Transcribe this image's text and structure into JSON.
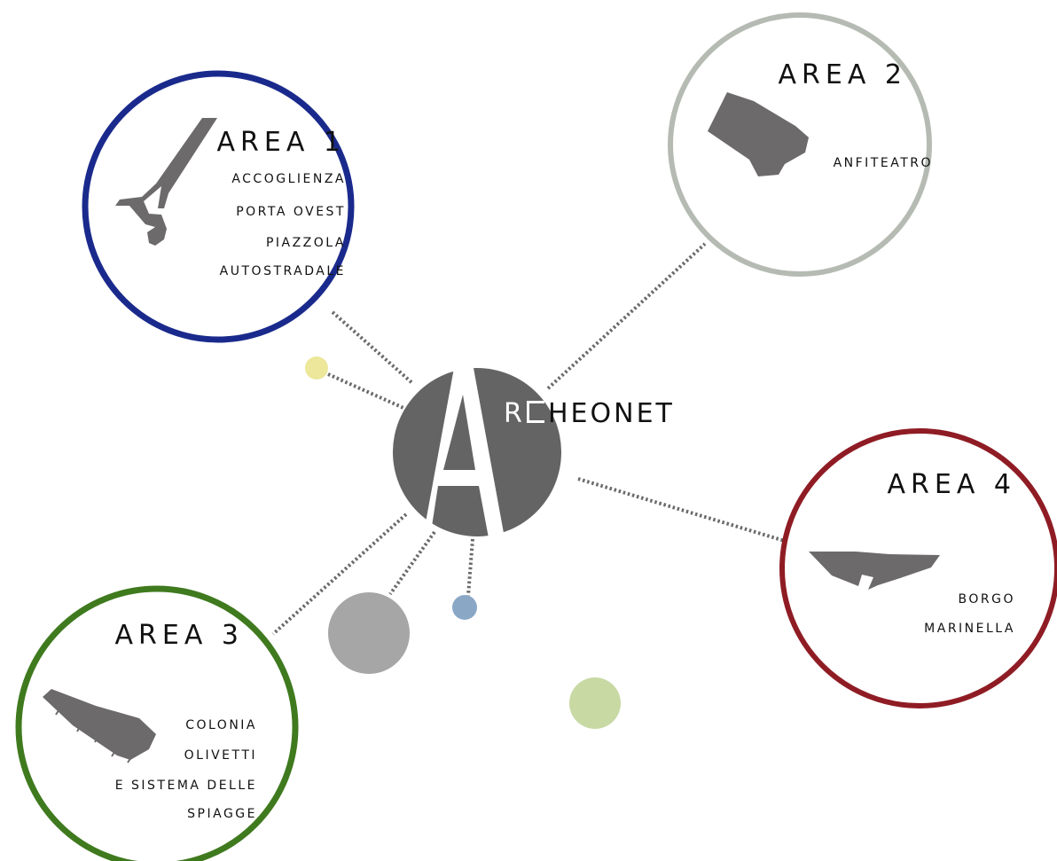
{
  "brand": {
    "lead": "R",
    "rest": "HEONET",
    "logo_letter": "A"
  },
  "colors": {
    "area1": "#1a2a8c",
    "area2": "#b5bbb3",
    "area3": "#3f7a1e",
    "area4": "#8f1c24",
    "hub": "#646464",
    "footprint": "#6c6a6b",
    "dot_yellow": "#ece79a",
    "dot_blue": "#8aa7c6",
    "dot_gray": "#a6a6a6",
    "dot_green": "#c8d9a4"
  },
  "areas": [
    {
      "id": "area1",
      "title": "AREA 1",
      "lines": [
        "ACCOGLIENZA",
        "PORTA OVEST",
        "PIAZZOLA",
        "AUTOSTRADALE"
      ]
    },
    {
      "id": "area2",
      "title": "AREA 2",
      "lines": [
        "ANFITEATRO"
      ]
    },
    {
      "id": "area3",
      "title": "AREA 3",
      "lines": [
        "COLONIA",
        "OLIVETTI",
        "E SISTEMA DELLE",
        "SPIAGGE"
      ]
    },
    {
      "id": "area4",
      "title": "AREA 4",
      "lines": [
        "BORGO",
        "MARINELLA"
      ]
    }
  ]
}
